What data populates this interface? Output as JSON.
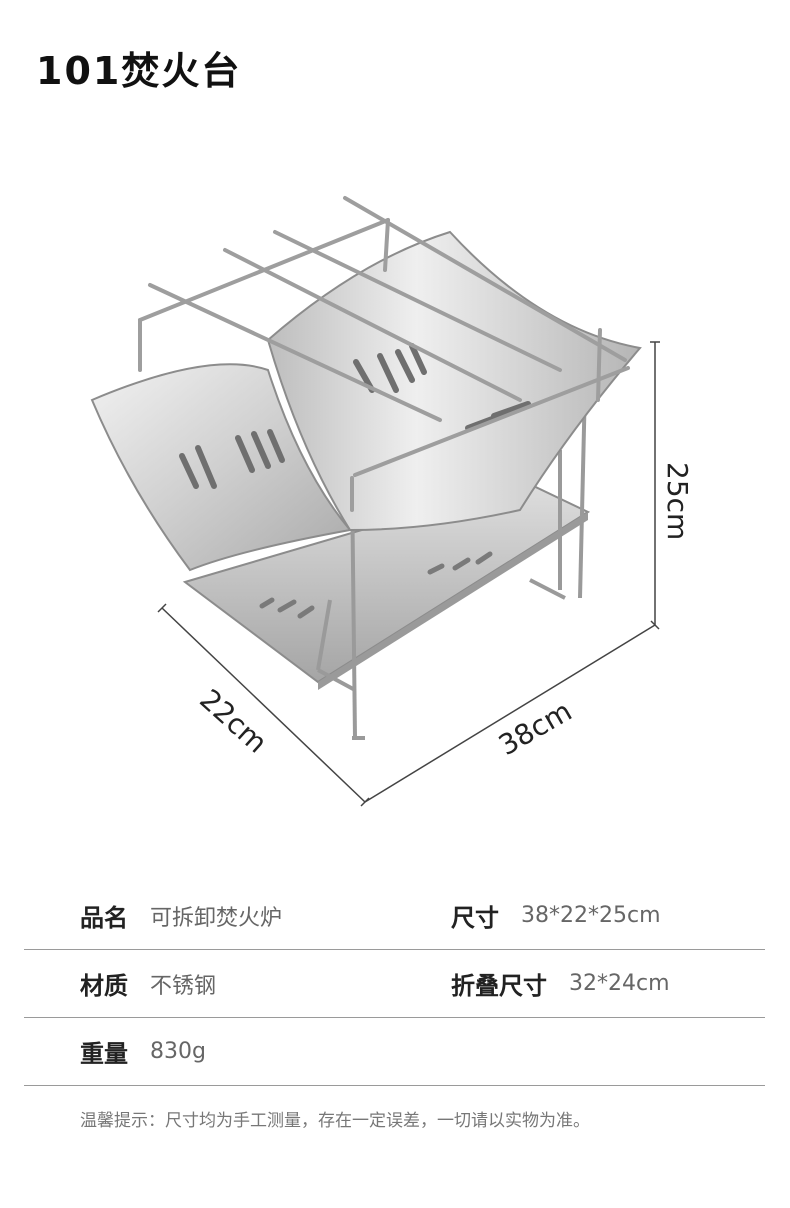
{
  "title": "101焚火台",
  "dimensions": {
    "width": "38cm",
    "depth": "22cm",
    "height": "25cm"
  },
  "specs": [
    {
      "left": {
        "label": "品名",
        "value": "可拆卸焚火炉"
      },
      "right": {
        "label": "尺寸",
        "value": "38*22*25cm"
      }
    },
    {
      "left": {
        "label": "材质",
        "value": "不锈钢"
      },
      "right": {
        "label": "折叠尺寸",
        "value": "32*24cm"
      }
    },
    {
      "left": {
        "label": "重量",
        "value": "830g"
      },
      "right": {
        "label": "",
        "value": ""
      }
    }
  ],
  "note": "温馨提示：尺寸均为手工测量，存在一定误差，一切请以实物为准。",
  "colors": {
    "steel_light": "#e6e6e6",
    "steel_mid": "#c2c2c2",
    "steel_dark": "#8c8c8c",
    "rule_line": "#9a9a9a"
  }
}
